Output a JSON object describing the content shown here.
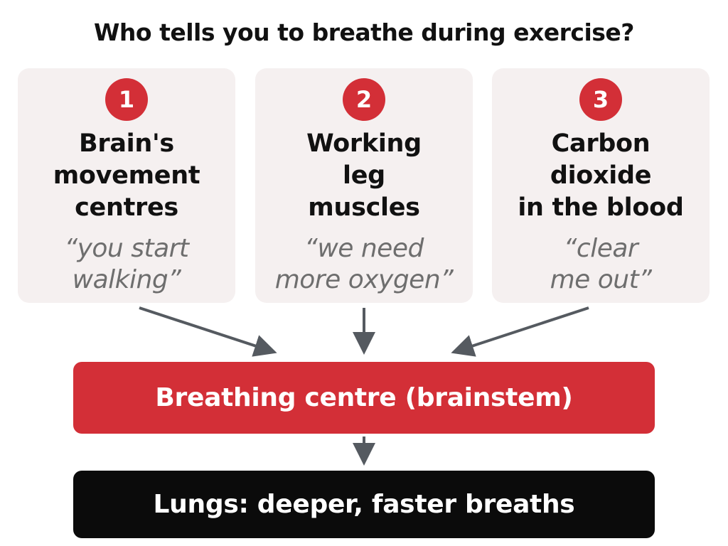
{
  "title": "Who tells you to breathe during exercise?",
  "cards": [
    {
      "number": "1",
      "title": "Brain's\nmovement\ncentres",
      "quote": "“you start\nwalking”"
    },
    {
      "number": "2",
      "title": "Working\nleg\nmuscles",
      "quote": "“we need\nmore oxygen”"
    },
    {
      "number": "3",
      "title": "Carbon\ndioxide\nin the blood",
      "quote": "“clear\nme out”"
    }
  ],
  "centre": {
    "label": "Breathing centre (brainstem)"
  },
  "lungs": {
    "label": "Lungs: deeper, faster breaths"
  },
  "colors": {
    "accent_red": "#d32f37",
    "card_bg": "#f5f0f0",
    "arrow": "#555a60",
    "dark_box": "#0b0b0b",
    "quote_text": "#6e6e6e"
  }
}
